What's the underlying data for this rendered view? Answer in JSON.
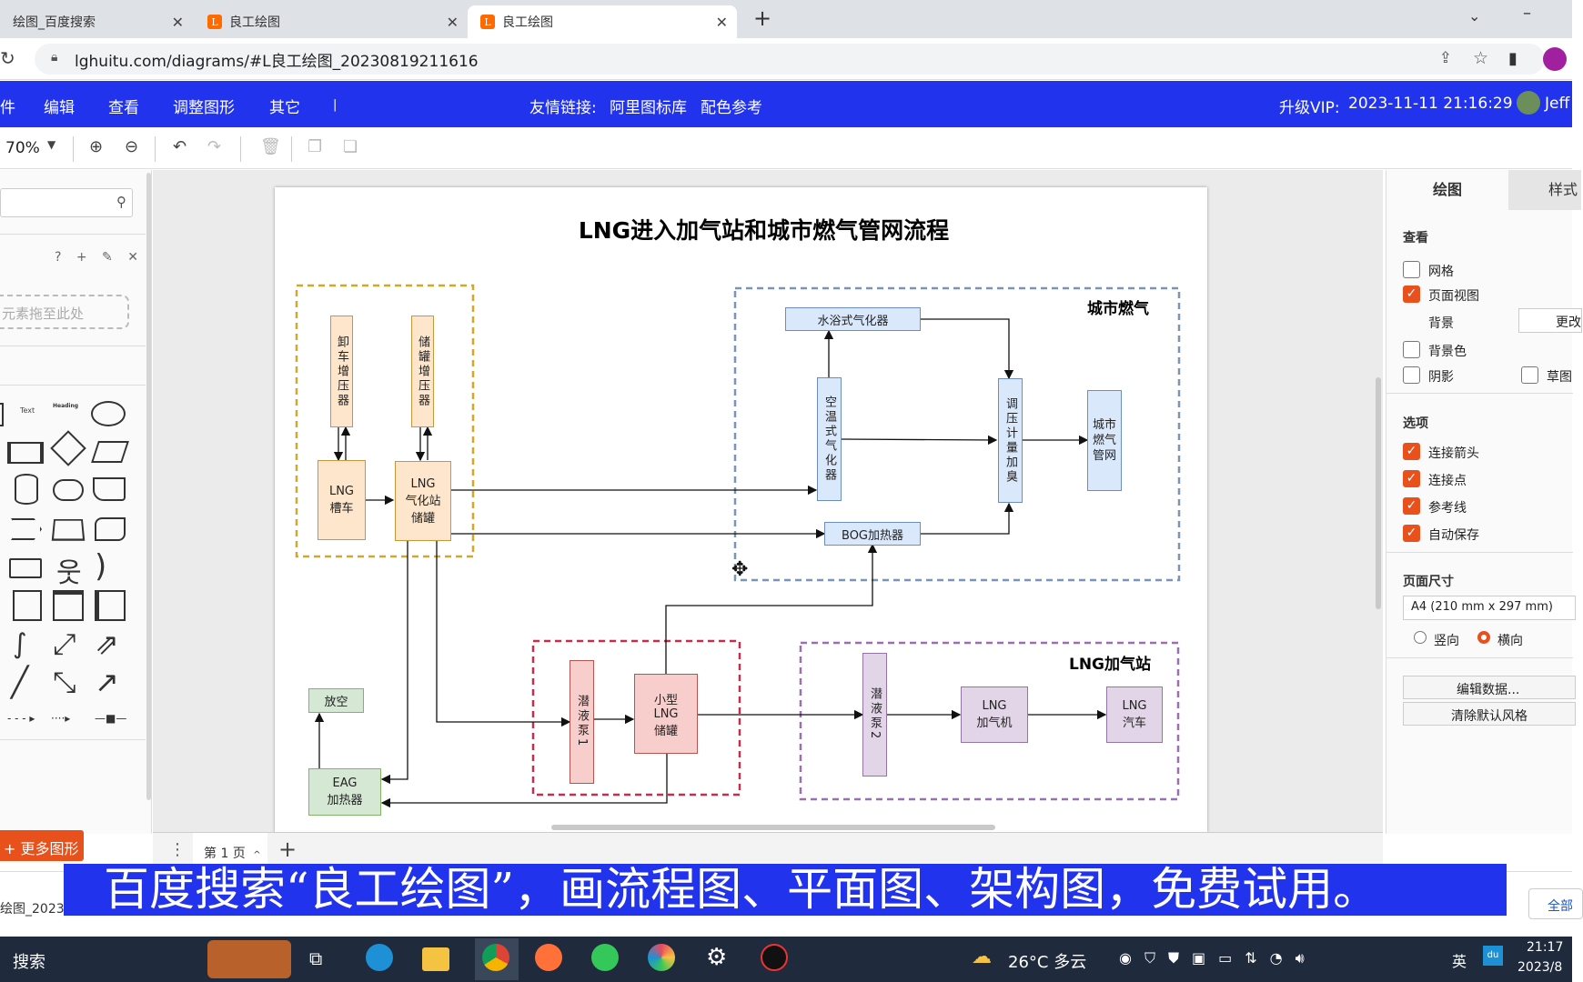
{
  "browser": {
    "tabs": [
      {
        "label": "绘图_百度搜索"
      },
      {
        "label": "良工绘图"
      },
      {
        "label": "良工绘图"
      }
    ],
    "url": "lghuitu.com/diagrams/#L良工绘图_20230819211616",
    "new_tab_symbol": "+"
  },
  "menubar": {
    "items": [
      "件",
      "编辑",
      "查看",
      "调整图形",
      "其它"
    ],
    "links_label": "友情链接:",
    "link1": "阿里图标库",
    "link2": "配色参考",
    "vip": "升级VIP:",
    "datetime": "2023-11-11 21:16:29",
    "user": "Jeff"
  },
  "toolbar": {
    "zoom": "70%"
  },
  "left_panel": {
    "search_placeholder": "",
    "section_icons": "? + ✎ ✕",
    "drop_hint": "元素拖至此处",
    "shape_text": "Text",
    "shape_heading": "Heading",
    "more_shapes": "更多图形"
  },
  "diagram": {
    "title": "LNG进入加气站和城市燃气管网流程",
    "group_city": "城市燃气",
    "group_station": "LNG加气站",
    "nodes": {
      "unload": "卸车增压器",
      "tankpress": "储罐增压器",
      "truck": "LNG\n槽车",
      "gasify_tank": "LNG\n气化站\n储罐",
      "water_bath": "水浴式气化器",
      "air_temp": "空温式气化器",
      "regulate": "调压计量加臭",
      "city_net": "城市燃气管网",
      "bog": "BOG加热器",
      "vent": "放空",
      "eag": "EAG\n加热器",
      "pump1": "潜液泵1",
      "small_tank": "小型\nLNG\n储罐",
      "pump2": "潜液泵2",
      "dispenser": "LNG\n加气机",
      "car": "LNG\n汽车"
    }
  },
  "right_panel": {
    "tab1": "绘图",
    "tab2": "样式",
    "view_title": "查看",
    "grid": "网格",
    "page_view": "页面视图",
    "background": "背景",
    "change_btn": "更改",
    "bg_color": "背景色",
    "shadow": "阴影",
    "sketch": "草图",
    "options_title": "选项",
    "opt1": "连接箭头",
    "opt2": "连接点",
    "opt3": "参考线",
    "opt4": "自动保存",
    "page_size_title": "页面尺寸",
    "page_size_value": "A4 (210 mm x 297 mm)",
    "portrait": "竖向",
    "landscape": "横向",
    "edit_data": "编辑数据...",
    "clear_style": "清除默认风格"
  },
  "page_bar": {
    "page_label": "第 1 页"
  },
  "subtitle": "百度搜索“良工绘图”，画流程图、平面图、架构图，免费试用。",
  "download": {
    "file": "绘图_20230....png",
    "show_all": "全部"
  },
  "taskbar": {
    "search": "搜索",
    "weather": "26°C 多云",
    "lang": "英",
    "time": "21:17",
    "date": "2023/8"
  }
}
